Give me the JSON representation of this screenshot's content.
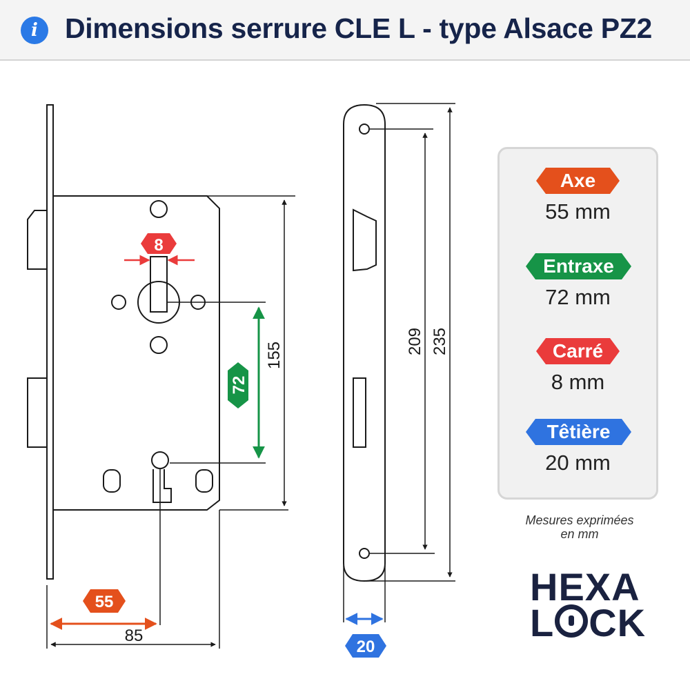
{
  "header": {
    "icon": "info-icon",
    "title": "Dimensions serrure CLE L - type Alsace PZ2"
  },
  "diagram": {
    "carre_label": "8",
    "entraxe_label": "72",
    "height_label": "155",
    "axe_label": "55",
    "width_label": "85",
    "inner_height_label": "209",
    "total_height_label": "235",
    "tetiere_label": "20"
  },
  "legend": [
    {
      "label": "Axe",
      "value": "55 mm",
      "color": "#e4501c"
    },
    {
      "label": "Entraxe",
      "value": "72 mm",
      "color": "#169447"
    },
    {
      "label": "Carré",
      "value": "8 mm",
      "color": "#ea3b3b"
    },
    {
      "label": "Têtière",
      "value": "20 mm",
      "color": "#2f73e0"
    }
  ],
  "note": {
    "line1": "Mesures exprimées",
    "line2": "en mm"
  },
  "logo": {
    "line1": "HEXA",
    "line2_a": "L",
    "line2_b": "CK"
  },
  "colors": {
    "axe": "#e4501c",
    "entraxe": "#169447",
    "carre": "#ea3b3b",
    "tetiere": "#2f73e0",
    "line": "#1a1a1a"
  }
}
